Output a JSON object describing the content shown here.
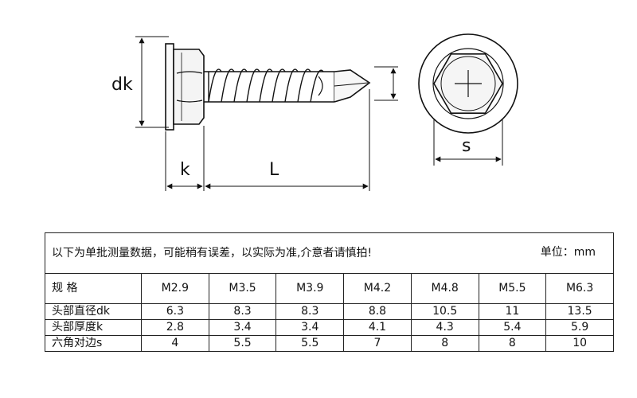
{
  "drawing": {
    "labels": {
      "dk": "dk",
      "k": "k",
      "L": "L",
      "s": "s"
    }
  },
  "table": {
    "note": "以下为单批测量数据，可能稍有误差，以实际为准,介意者请慎拍!",
    "unit": "单位：mm",
    "header_label": "规  格",
    "sizes": [
      "M2.9",
      "M3.5",
      "M3.9",
      "M4.2",
      "M4.8",
      "M5.5",
      "M6.3"
    ],
    "rows": [
      {
        "label": "头部直径dk",
        "values": [
          "6.3",
          "8.3",
          "8.3",
          "8.8",
          "10.5",
          "11",
          "13.5"
        ]
      },
      {
        "label": "头部厚度k",
        "values": [
          "2.8",
          "3.4",
          "3.4",
          "4.1",
          "4.3",
          "5.4",
          "5.9"
        ]
      },
      {
        "label": "六角对边s",
        "values": [
          "4",
          "5.5",
          "5.5",
          "7",
          "8",
          "8",
          "10"
        ]
      }
    ]
  }
}
